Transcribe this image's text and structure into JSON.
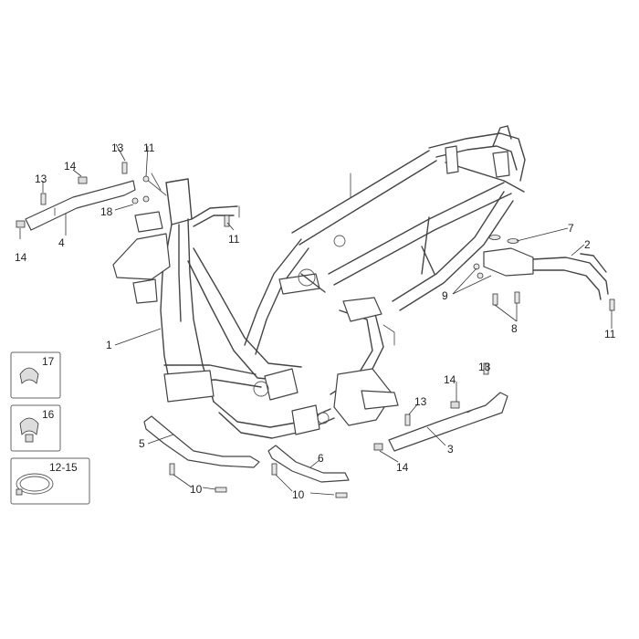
{
  "callouts": [
    {
      "id": "c1",
      "label": "1"
    },
    {
      "id": "c2",
      "label": "2"
    },
    {
      "id": "c3",
      "label": "3"
    },
    {
      "id": "c4",
      "label": "4"
    },
    {
      "id": "c5",
      "label": "5"
    },
    {
      "id": "c6",
      "label": "6"
    },
    {
      "id": "c7",
      "label": "7"
    },
    {
      "id": "c8",
      "label": "8"
    },
    {
      "id": "c9",
      "label": "9"
    },
    {
      "id": "c10a",
      "label": "10"
    },
    {
      "id": "c10b",
      "label": "10"
    },
    {
      "id": "c11a",
      "label": "11"
    },
    {
      "id": "c11b",
      "label": "11"
    },
    {
      "id": "c11c",
      "label": "11"
    },
    {
      "id": "c13a",
      "label": "13"
    },
    {
      "id": "c13b",
      "label": "13"
    },
    {
      "id": "c13c",
      "label": "13"
    },
    {
      "id": "c13d",
      "label": "13"
    },
    {
      "id": "c14a",
      "label": "14"
    },
    {
      "id": "c14b",
      "label": "14"
    },
    {
      "id": "c14c",
      "label": "14"
    },
    {
      "id": "c14d",
      "label": "14"
    },
    {
      "id": "c18",
      "label": "18"
    }
  ],
  "legend_boxes": [
    {
      "id": "b17",
      "label": "17"
    },
    {
      "id": "b16",
      "label": "16"
    },
    {
      "id": "b12",
      "label": "12-15"
    }
  ]
}
